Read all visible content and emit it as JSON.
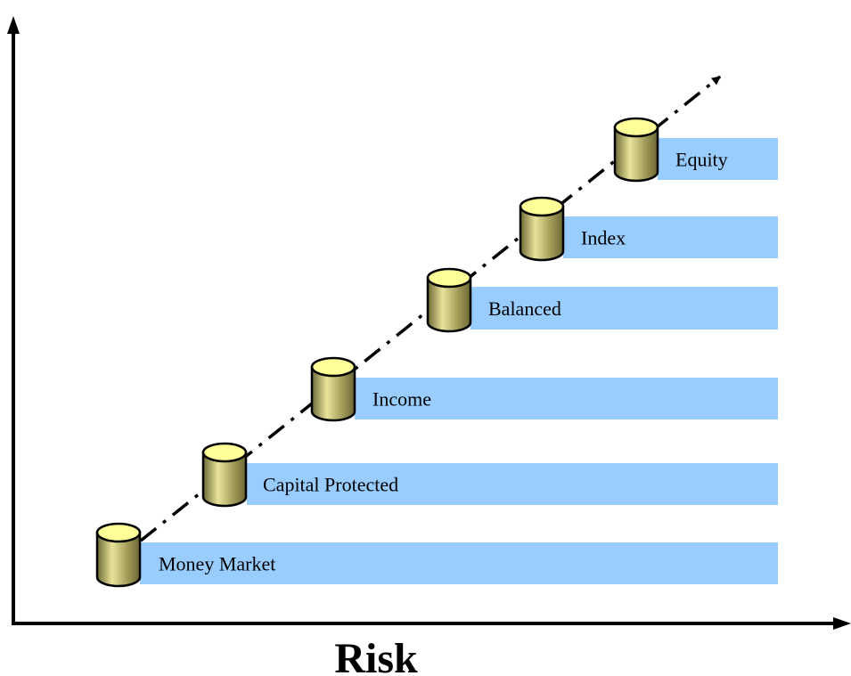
{
  "diagram": {
    "x_axis_title": "Risk",
    "tiers": [
      {
        "label": "Money Market"
      },
      {
        "label": "Capital Protected"
      },
      {
        "label": "Income"
      },
      {
        "label": "Balanced"
      },
      {
        "label": "Index"
      },
      {
        "label": "Equity"
      }
    ],
    "colors": {
      "bar": "#99ccff",
      "cylinder_light": "#ffff99",
      "cylinder_dark": "#7a7640",
      "line": "#000000"
    }
  }
}
